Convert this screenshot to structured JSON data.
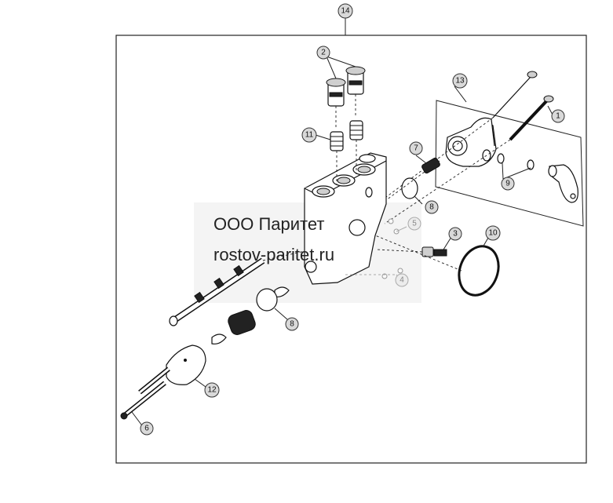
{
  "watermark": {
    "line1": "ООО Паритет",
    "line2": "rostov-paritet.ru"
  },
  "callouts": {
    "c1": "1",
    "c2": "2",
    "c3": "3",
    "c4": "4",
    "c5": "5",
    "c6": "6",
    "c7": "7",
    "c8a": "8",
    "c8b": "8",
    "c9": "9",
    "c10": "10",
    "c11": "11",
    "c12": "12",
    "c13": "13",
    "c14": "14"
  },
  "colors": {
    "line": "#111111",
    "callout_fill": "#d9d9d9",
    "watermark_bg": "#f2f2f2"
  }
}
